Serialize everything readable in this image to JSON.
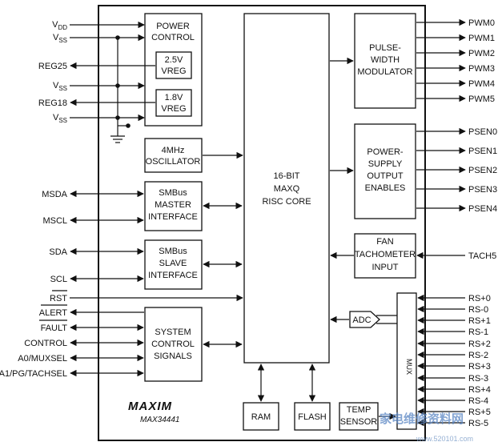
{
  "blocks": {
    "power_control": [
      "POWER",
      "CONTROL"
    ],
    "vreg25": [
      "2.5V",
      "VREG"
    ],
    "vreg18": [
      "1.8V",
      "VREG"
    ],
    "oscillator": [
      "4MHz",
      "OSCILLATOR"
    ],
    "smbus_master": [
      "SMBus",
      "MASTER",
      "INTERFACE"
    ],
    "smbus_slave": [
      "SMBus",
      "SLAVE",
      "INTERFACE"
    ],
    "system_control": [
      "SYSTEM",
      "CONTROL",
      "SIGNALS"
    ],
    "risc_core": [
      "16-BIT",
      "MAXQ",
      "RISC CORE"
    ],
    "pwm": [
      "PULSE-",
      "WIDTH",
      "MODULATOR"
    ],
    "power_supply": [
      "POWER-",
      "SUPPLY",
      "OUTPUT",
      "ENABLES"
    ],
    "fan_tach": [
      "FAN",
      "TACHOMETER",
      "INPUT"
    ],
    "adc": "ADC",
    "mux": "MUX",
    "ram": "RAM",
    "flash": "FLASH",
    "temp_sensor": [
      "TEMP",
      "SENSOR"
    ]
  },
  "left_pins": {
    "vdd": {
      "main": "V",
      "sub": "DD"
    },
    "vss1": {
      "main": "V",
      "sub": "SS"
    },
    "reg25": "REG25",
    "vss2": {
      "main": "V",
      "sub": "SS"
    },
    "reg18": "REG18",
    "vss3": {
      "main": "V",
      "sub": "SS"
    },
    "msda": "MSDA",
    "mscl": "MSCL",
    "sda": "SDA",
    "scl": "SCL",
    "rst": "RST",
    "alert": "ALERT",
    "fault": "FAULT",
    "control": "CONTROL",
    "a0": "A0/MUXSEL",
    "a1": "A1/PG/TACHSEL"
  },
  "pwm_pins": [
    "PWM0",
    "PWM1",
    "PWM2",
    "PWM3",
    "PWM4",
    "PWM5"
  ],
  "psen_pins": [
    "PSEN0",
    "PSEN1",
    "PSEN2",
    "PSEN3",
    "PSEN4"
  ],
  "tach_pin": "TACH5",
  "rs_pins": [
    "RS+0",
    "RS-0",
    "RS+1",
    "RS-1",
    "RS+2",
    "RS-2",
    "RS+3",
    "RS-3",
    "RS+4",
    "RS-4",
    "RS+5",
    "RS-5"
  ],
  "brand": "MAXIM",
  "part_number": "MAX34441",
  "watermark": {
    "cn": "家电维修资料网",
    "url": "www.520101.com"
  }
}
